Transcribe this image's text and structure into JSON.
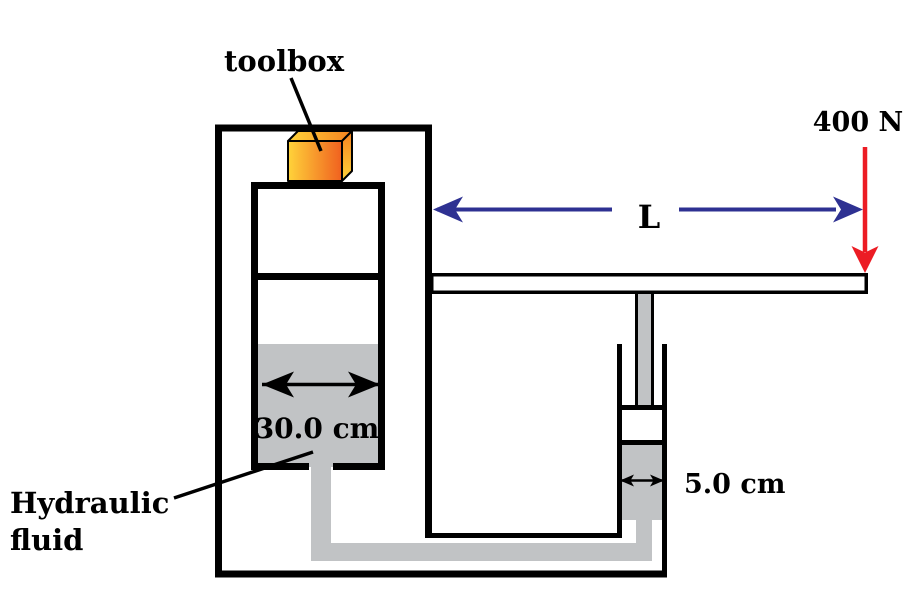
{
  "figure": {
    "type": "physics-diagram",
    "subject": "hydraulic lift with lever"
  },
  "labels": {
    "toolbox": "toolbox",
    "large_piston_diameter": "30.0 cm",
    "hydraulic_fluid_line1": "Hydraulic",
    "hydraulic_fluid_line2": "fluid",
    "lever_length": "L",
    "applied_force": "400 N",
    "small_piston_diameter": "5.0 cm"
  },
  "colors": {
    "fluid_gray": "#C1C3C5",
    "outline_black": "#000000",
    "length_arrow_blue": "#2E3192",
    "force_arrow_red": "#EC1C24",
    "toolbox_yellow": "#FFD33A",
    "toolbox_orange": "#F0601F",
    "toolbox_orange_mid": "#F58220",
    "piston_fill_white": "#FFFFFF"
  }
}
